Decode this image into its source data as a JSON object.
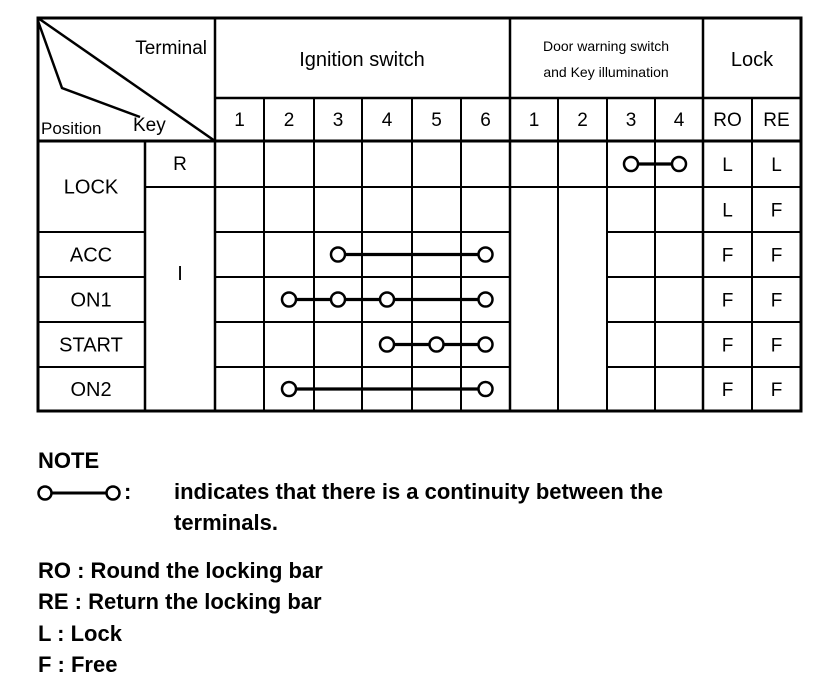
{
  "header": {
    "terminal": "Terminal",
    "position": "Position",
    "key": "Key",
    "groups": [
      {
        "label": [
          "Ignition switch"
        ]
      },
      {
        "label": [
          "Door warning switch",
          "and Key illumination"
        ]
      },
      {
        "label": [
          "Lock"
        ]
      }
    ],
    "columns": [
      "1",
      "2",
      "3",
      "4",
      "5",
      "6",
      "1",
      "2",
      "3",
      "4",
      "RO",
      "RE"
    ]
  },
  "rows": [
    {
      "key": "R",
      "lock": [
        "L",
        "L"
      ],
      "continuity": [
        [
          9,
          10
        ]
      ]
    },
    {
      "key": "",
      "lock": [
        "L",
        "F"
      ],
      "continuity": []
    },
    {
      "key": "",
      "lock": [
        "F",
        "F"
      ],
      "continuity": [
        [
          3,
          6
        ]
      ]
    },
    {
      "key": "",
      "lock": [
        "F",
        "F"
      ],
      "continuity": [
        [
          2,
          3,
          4,
          6
        ]
      ]
    },
    {
      "key": "",
      "lock": [
        "F",
        "F"
      ],
      "continuity": [
        [
          4,
          5,
          6
        ]
      ]
    },
    {
      "key": "",
      "lock": [
        "F",
        "F"
      ],
      "continuity": [
        [
          2,
          6
        ]
      ]
    }
  ],
  "positions": [
    "LOCK",
    "ACC",
    "ON1",
    "START",
    "ON2"
  ],
  "key_i": "I",
  "notes": {
    "title": "NOTE",
    "symbol_colon": ":",
    "continuity_text_1": "indicates that there is a continuity between the",
    "continuity_text_2": "terminals.",
    "ro": "RO : Round the locking bar",
    "re": "RE : Return the locking bar",
    "l": "L : Lock",
    "f": "F : Free"
  }
}
